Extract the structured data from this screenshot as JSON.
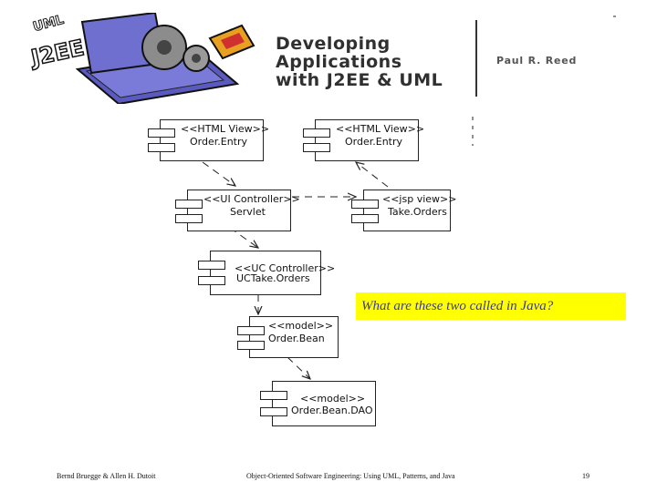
{
  "header": {
    "logo_text": "J2EE",
    "logo_top_text": "UML",
    "book_title_lines": [
      "Developing",
      "Applications",
      "with J2EE & UML"
    ],
    "author": "Paul R. Reed"
  },
  "diagram": {
    "components": [
      {
        "stereotype": "<<HTML View>>",
        "name": "Order.Entry"
      },
      {
        "stereotype": "<<HTML View>>",
        "name": "Order.Entry"
      },
      {
        "stereotype": "<<UI Controller>>",
        "name": "Servlet"
      },
      {
        "stereotype": "<<jsp view>>",
        "name": "Take.Orders"
      },
      {
        "stereotype": "<<UC Controller>>",
        "name": "UCTake.Orders"
      },
      {
        "stereotype": "<<model>>",
        "name": "Order.Bean"
      },
      {
        "stereotype": "<<model>>",
        "name": "Order.Bean.DAO"
      }
    ]
  },
  "callout": {
    "text": "What are these two called in Java?",
    "color": "#ffff00"
  },
  "footer": {
    "left": "Bernd Bruegge & Allen H. Dutoit",
    "center": "Object-Oriented Software Engineering: Using UML, Patterns, and Java",
    "page": "19"
  }
}
